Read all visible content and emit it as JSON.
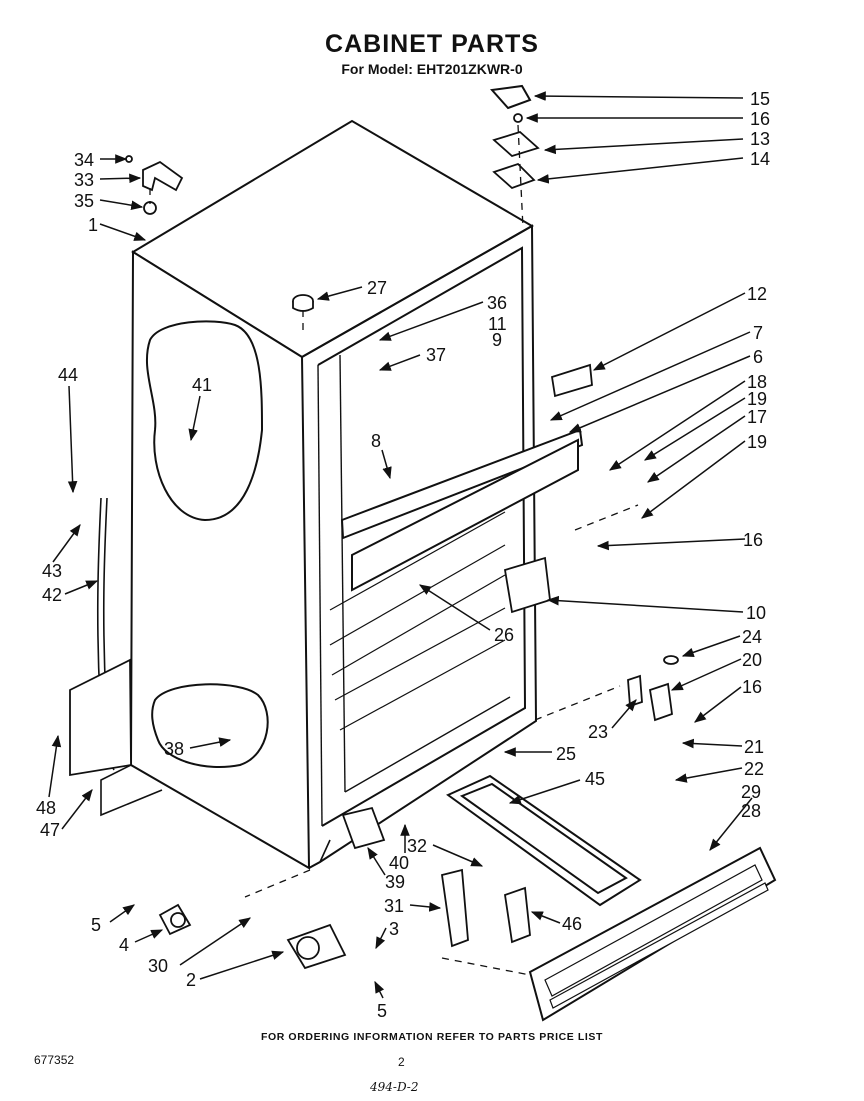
{
  "header": {
    "title": "CABINET PARTS",
    "model": "For Model: EHT201ZKWR-0"
  },
  "footer": {
    "ordering_note": "FOR ORDERING INFORMATION REFER TO PARTS PRICE LIST",
    "drawing_number": "677352",
    "page_number": "2",
    "date_code": "494-D-2"
  },
  "part_labels": [
    {
      "id": "p15",
      "text": "15"
    },
    {
      "id": "p16a",
      "text": "16"
    },
    {
      "id": "p13",
      "text": "13"
    },
    {
      "id": "p14",
      "text": "14"
    },
    {
      "id": "p34",
      "text": "34"
    },
    {
      "id": "p33",
      "text": "33"
    },
    {
      "id": "p35",
      "text": "35"
    },
    {
      "id": "p1",
      "text": "1"
    },
    {
      "id": "p27",
      "text": "27"
    },
    {
      "id": "p12",
      "text": "12"
    },
    {
      "id": "p36",
      "text": "36"
    },
    {
      "id": "p11",
      "text": "11"
    },
    {
      "id": "p9",
      "text": "9"
    },
    {
      "id": "p7",
      "text": "7"
    },
    {
      "id": "p6",
      "text": "6"
    },
    {
      "id": "p44",
      "text": "44"
    },
    {
      "id": "p41",
      "text": "41"
    },
    {
      "id": "p37",
      "text": "37"
    },
    {
      "id": "p18",
      "text": "18"
    },
    {
      "id": "p19a",
      "text": "19"
    },
    {
      "id": "p17",
      "text": "17"
    },
    {
      "id": "p19b",
      "text": "19"
    },
    {
      "id": "p8",
      "text": "8"
    },
    {
      "id": "p16b",
      "text": "16"
    },
    {
      "id": "p43",
      "text": "43"
    },
    {
      "id": "p42",
      "text": "42"
    },
    {
      "id": "p10",
      "text": "10"
    },
    {
      "id": "p26",
      "text": "26"
    },
    {
      "id": "p24",
      "text": "24"
    },
    {
      "id": "p20",
      "text": "20"
    },
    {
      "id": "p16c",
      "text": "16"
    },
    {
      "id": "p23",
      "text": "23"
    },
    {
      "id": "p25",
      "text": "25"
    },
    {
      "id": "p21",
      "text": "21"
    },
    {
      "id": "p22",
      "text": "22"
    },
    {
      "id": "p38",
      "text": "38"
    },
    {
      "id": "p45",
      "text": "45"
    },
    {
      "id": "p48",
      "text": "48"
    },
    {
      "id": "p47",
      "text": "47"
    },
    {
      "id": "p29",
      "text": "29"
    },
    {
      "id": "p28",
      "text": "28"
    },
    {
      "id": "p40",
      "text": "40"
    },
    {
      "id": "p32",
      "text": "32"
    },
    {
      "id": "p39",
      "text": "39"
    },
    {
      "id": "p5a",
      "text": "5"
    },
    {
      "id": "p31",
      "text": "31"
    },
    {
      "id": "p46",
      "text": "46"
    },
    {
      "id": "p4",
      "text": "4"
    },
    {
      "id": "p3",
      "text": "3"
    },
    {
      "id": "p30",
      "text": "30"
    },
    {
      "id": "p2",
      "text": "2"
    },
    {
      "id": "p5b",
      "text": "5"
    }
  ]
}
